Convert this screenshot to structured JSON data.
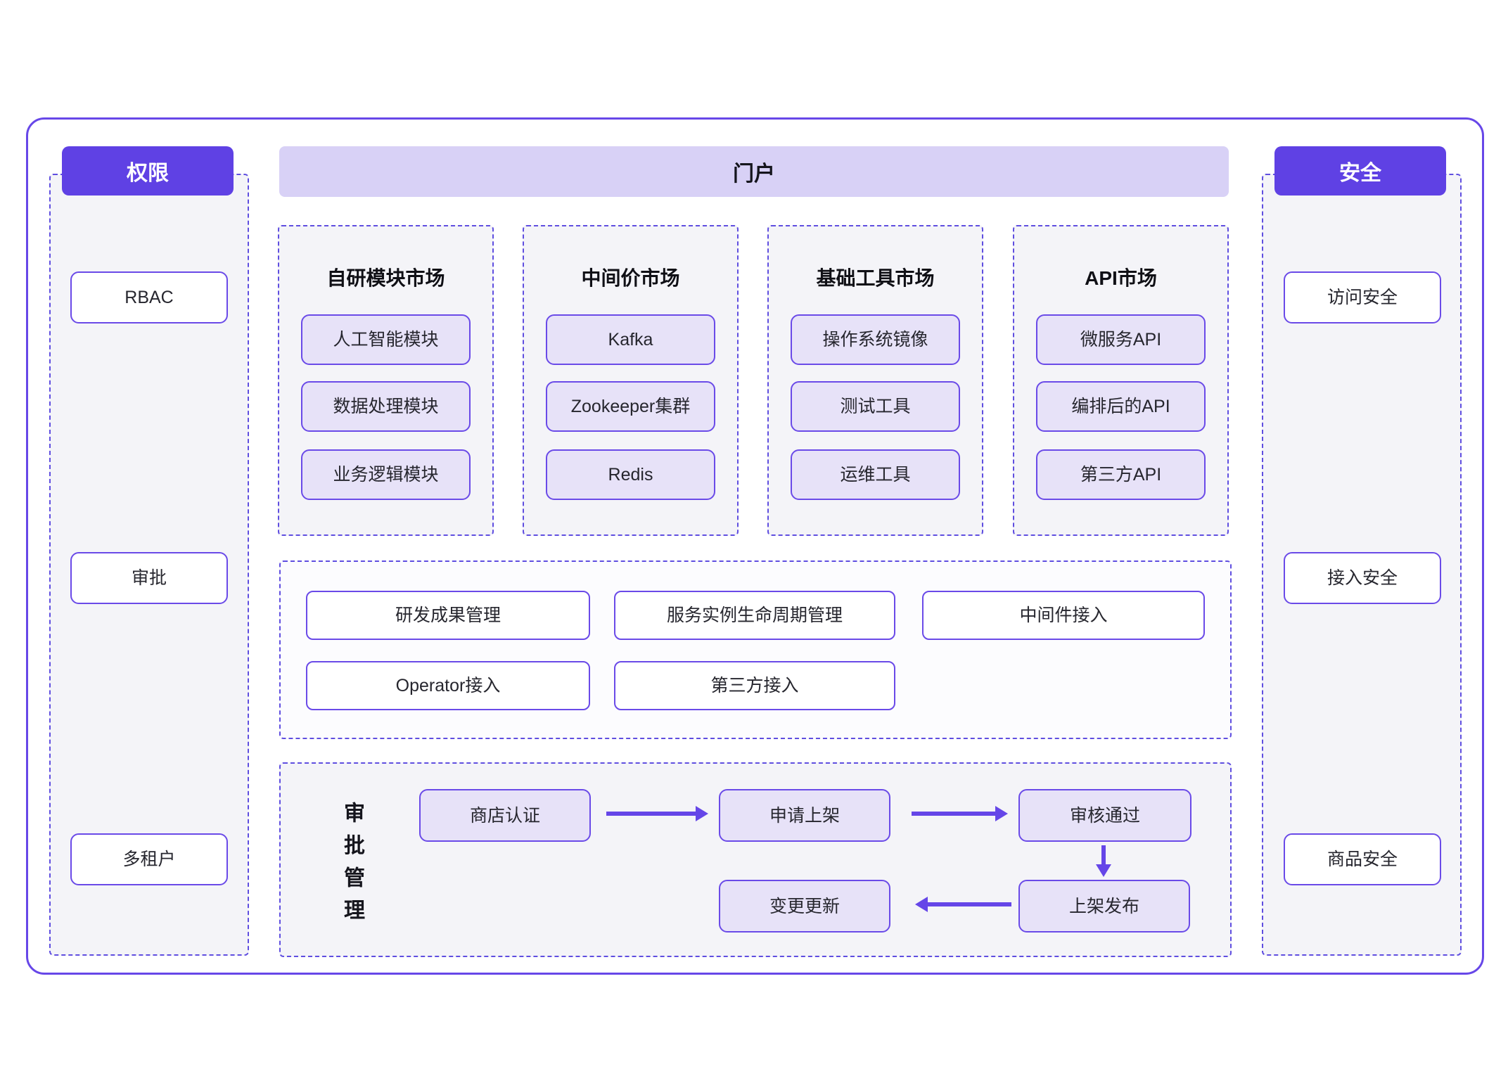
{
  "left_panel": {
    "header": "权限",
    "items": [
      "RBAC",
      "审批",
      "多租户"
    ]
  },
  "portal": {
    "header": "门户"
  },
  "marketplaces": [
    {
      "title": "自研模块市场",
      "items": [
        "人工智能模块",
        "数据处理模块",
        "业务逻辑模块"
      ]
    },
    {
      "title": "中间价市场",
      "items": [
        "Kafka",
        "Zookeeper集群",
        "Redis"
      ]
    },
    {
      "title": "基础工具市场",
      "items": [
        "操作系统镜像",
        "测试工具",
        "运维工具"
      ]
    },
    {
      "title": "API市场",
      "items": [
        "微服务API",
        "编排后的API",
        "第三方API"
      ]
    }
  ],
  "management": {
    "row1": [
      "研发成果管理",
      "服务实例生命周期管理",
      "中间件接入"
    ],
    "row2": [
      "Operator接入",
      "第三方接入"
    ]
  },
  "approval_flow": {
    "label": "审批管理",
    "steps": [
      "商店认证",
      "申请上架",
      "审核通过",
      "上架发布",
      "变更更新"
    ],
    "sequence": "商店认证 → 申请上架 → 审核通过 → 上架发布 → 变更更新"
  },
  "right_panel": {
    "header": "安全",
    "items": [
      "访问安全",
      "接入安全",
      "商品安全"
    ]
  },
  "colors": {
    "accent_purple": "#5f41e4",
    "arrow_purple": "#6546e8",
    "node_border": "#6a4ae8",
    "dashed_border": "#5f4ee0",
    "portal_bar_bg": "#d8d1f6",
    "node_lavender_bg": "#e7e2f8",
    "panel_bg": "#f4f4f8",
    "frame_border": "#6747e8"
  }
}
